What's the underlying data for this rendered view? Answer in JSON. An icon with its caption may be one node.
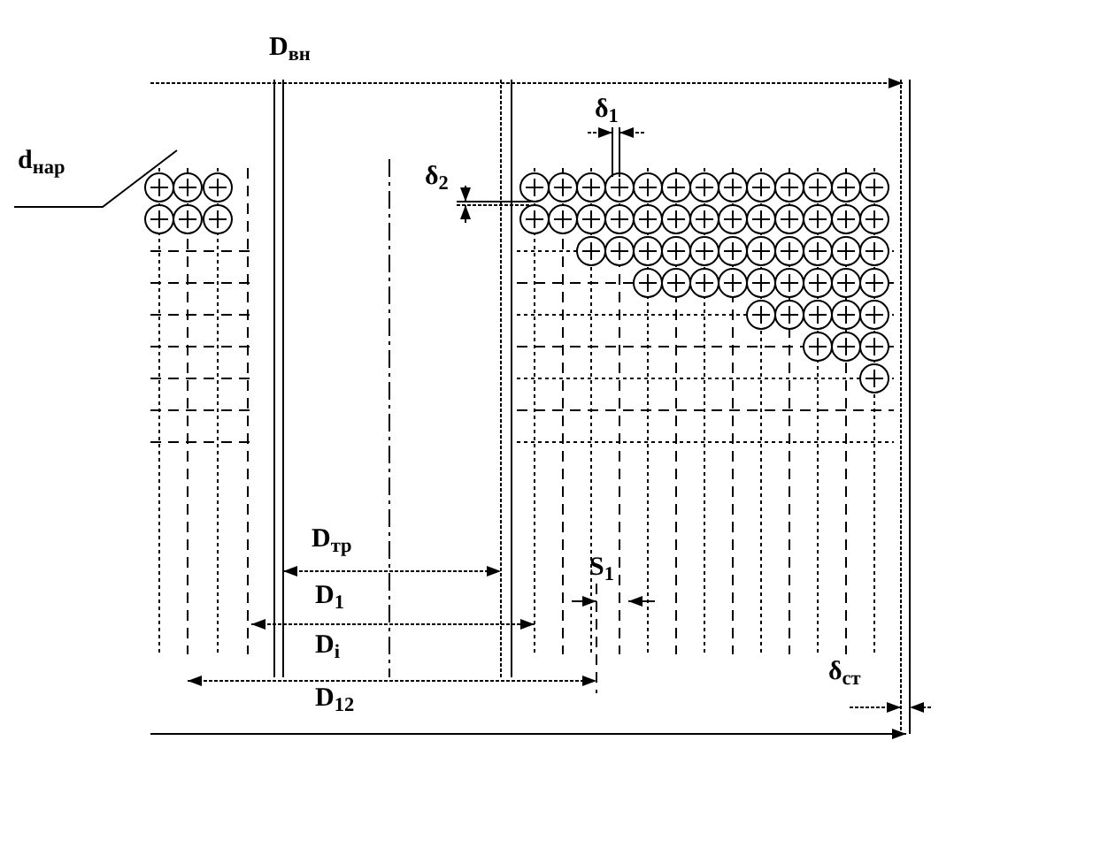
{
  "diagram": {
    "labels": [
      "D$_{вн}$",
      "δ$_{1}$",
      "d$_{нар}$",
      "δ$_{2}$",
      "D$_{тр}$",
      "D$_{1}$",
      "S$_{1}$",
      "D$_{i}$",
      "D$_{12}$",
      "δ$_{ст}$"
    ]
  }
}
